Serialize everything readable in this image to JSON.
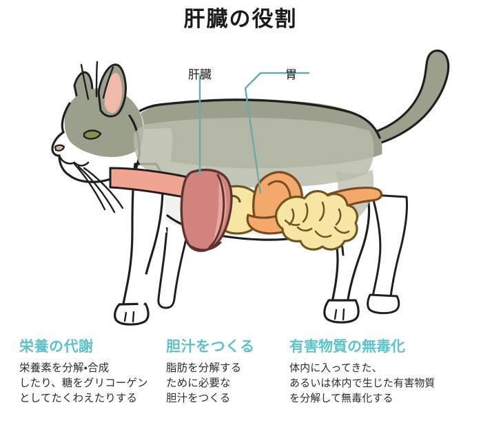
{
  "page": {
    "title": "肝臓の役割",
    "background_color": "#ffffff"
  },
  "illustration": {
    "subject": "cat-anatomy-liver-diagram",
    "callouts": [
      {
        "id": "liver",
        "label": "肝臓",
        "leader_color": "#6aa9ad"
      },
      {
        "id": "stomach",
        "label": "胃",
        "leader_color": "#6aa9ad"
      }
    ],
    "colors": {
      "fur_gray_green": "#9ba08d",
      "fur_gray_green_shadow": "#8d927f",
      "fur_white": "#ffffff",
      "fur_white_shade": "#f1f2ee",
      "ear_pink": "#f0b8a8",
      "outline": "#1f1f1f",
      "liver_fill": "#d3837e",
      "liver_light": "#e8a69c",
      "liver_outline": "#5b3331",
      "esophagus": "#efa592",
      "stomach_fill": "#f3a86c",
      "stomach_outline": "#7a4b1e",
      "intestine_fill": "#f7e5a4",
      "intestine_outline": "#6f5420",
      "cavity_shade": "#b9bba9",
      "belly_shade": "#eef0ec",
      "eye_green": "#8a8f4a"
    }
  },
  "columns": [
    {
      "id": "metabolism",
      "heading": "栄養の代謝",
      "body": "栄養素を分解・合成\nしたり、糖をグリコーゲン\nとしてたくわえたりする",
      "heading_color": "#5cc3c8"
    },
    {
      "id": "bile",
      "heading": "胆汁をつくる",
      "body": "脂肪を分解する\nために必要な\n胆汁をつくる",
      "heading_color": "#5cc3c8"
    },
    {
      "id": "detox",
      "heading": "有害物質の無毒化",
      "body": "体内に入ってきた、\nあるいは体内で生じた有害物質\nを分解して無毒化する",
      "heading_color": "#5cc3c8"
    }
  ]
}
